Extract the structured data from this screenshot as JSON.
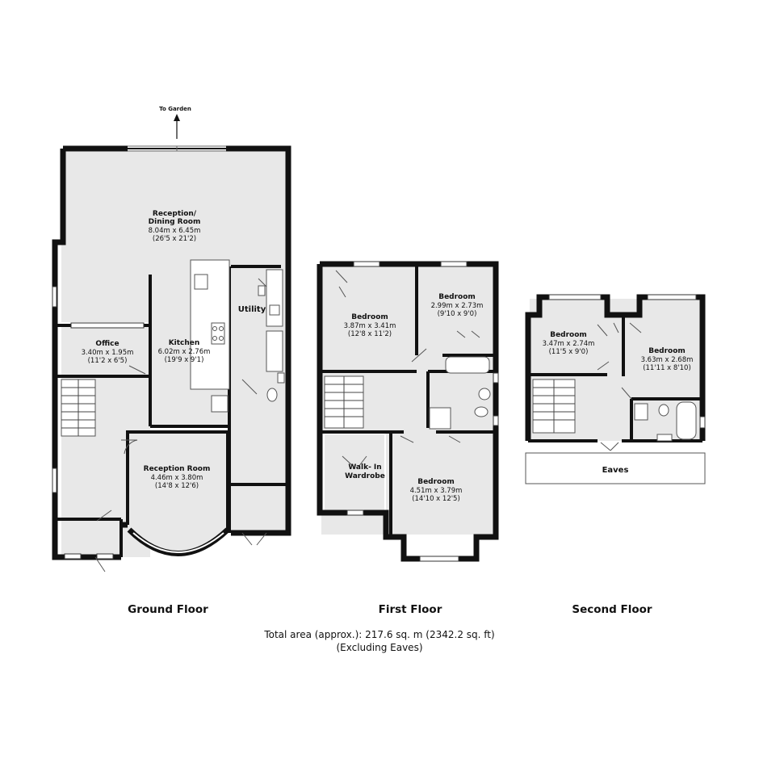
{
  "garden_label": "To Garden",
  "floors": {
    "ground": {
      "label": "Ground Floor",
      "rooms": {
        "reception_dining": {
          "name1": "Reception/",
          "name2": "Dining Room",
          "metric": "8.04m x 6.45m",
          "imperial": "(26'5 x 21'2)"
        },
        "office": {
          "name": "Office",
          "metric": "3.40m x 1.95m",
          "imperial": "(11'2 x 6'5)"
        },
        "kitchen": {
          "name": "Kitchen",
          "metric": "6.02m x 2.76m",
          "imperial": "(19'9 x 9'1)"
        },
        "utility": {
          "name": "Utility"
        },
        "reception_room": {
          "name": "Reception Room",
          "metric": "4.46m x 3.80m",
          "imperial": "(14'8 x 12'6)"
        }
      }
    },
    "first": {
      "label": "First Floor",
      "rooms": {
        "bedroom_1": {
          "name": "Bedroom",
          "metric": "3.87m x 3.41m",
          "imperial": "(12'8 x 11'2)"
        },
        "bedroom_2": {
          "name": "Bedroom",
          "metric": "2.99m x 2.73m",
          "imperial": "(9'10 x 9'0)"
        },
        "walk_in": {
          "name1": "Walk- In",
          "name2": "Wardrobe"
        },
        "bedroom_3": {
          "name": "Bedroom",
          "metric": "4.51m x 3.79m",
          "imperial": "(14'10 x 12'5)"
        }
      }
    },
    "second": {
      "label": "Second Floor",
      "rooms": {
        "bedroom_4": {
          "name": "Bedroom",
          "metric": "3.47m x 2.74m",
          "imperial": "(11'5 x 9'0)"
        },
        "bedroom_5": {
          "name": "Bedroom",
          "metric": "3.63m x 2.68m",
          "imperial": "(11'11 x 8'10)"
        },
        "eaves": {
          "name": "Eaves"
        }
      }
    }
  },
  "total": {
    "line1": "Total area (approx.): 217.6 sq. m (2342.2 sq. ft)",
    "line2": "(Excluding Eaves)"
  }
}
